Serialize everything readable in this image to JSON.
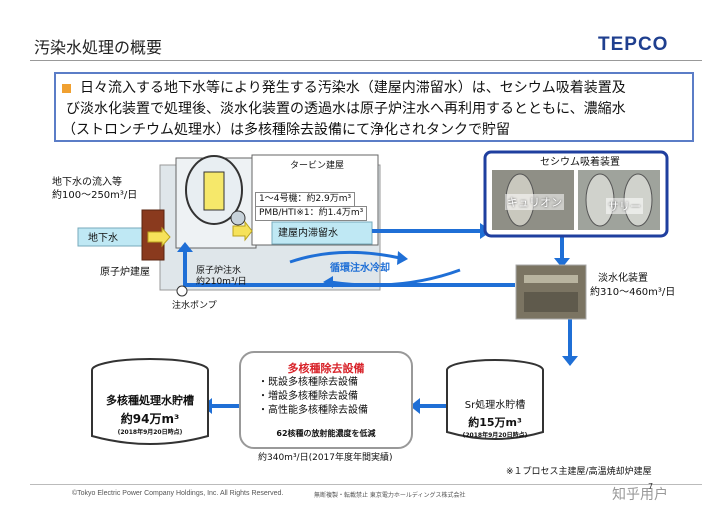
{
  "header": {
    "title": "汚染水処理の概要",
    "logo": "TEPCO"
  },
  "summary": {
    "line1": "日々流入する地下水等により発生する汚染水（建屋内滞留水）は、セシウム吸着装置及",
    "line2": "び淡水化装置で処理後、淡水化装置の透過水は原子炉注水へ再利用するとともに、濃縮水",
    "line3": "（ストロンチウム処理水）は多核種除去設備にて浄化されタンクで貯留"
  },
  "diagram": {
    "groundwater_inflow_label": "地下水の流入等",
    "groundwater_inflow_rate": "約100～250m³/日",
    "groundwater_label": "地下水",
    "reactor_building_label": "原子炉建屋",
    "turbine_building_label": "タービン建屋",
    "units_1_4": "1～4号機：約2.9万m³",
    "pmb_hti": "PMB/HTI※1：約1.4万m³",
    "stagnant_water_label": "建屋内滞留水",
    "reactor_injection_label": "原子炉注水",
    "reactor_injection_rate": "約210m³/日",
    "injection_pump_label": "注水ポンプ",
    "circulation_label": "循環注水冷却",
    "cesium_device_title": "セシウム吸着装置",
    "kurion_label": "キュリオン",
    "sarry_label": "サリー",
    "desalination_label": "淡水化装置",
    "desalination_rate": "約310～460m³/日",
    "alps_title": "多核種除去設備",
    "alps_items": [
      "・既設多核種除去設備",
      "・増設多核種除去設備",
      "・高性能多核種除去設備"
    ],
    "alps_note": "62核種の放射能濃度を低減",
    "alps_rate": "約340m³/日(2017年度年間実績)",
    "sr_tank_label": "Sr処理水貯槽",
    "sr_tank_volume": "約15万m³",
    "sr_tank_date": "(2018年9月20日時点)",
    "alps_tank_label": "多核種処理水貯槽",
    "alps_tank_volume": "約94万m³",
    "alps_tank_date": "(2018年9月20日時点)",
    "footnote": "※１プロセス主建屋/高温焼却炉建屋"
  },
  "footer": {
    "copyright": "©Tokyo Electric Power Company Holdings, Inc.  All Rights Reserved.",
    "notice": "無断複製・転載禁止  東京電力ホールディングス株式会社",
    "page_num": "7",
    "watermark": "知乎用户"
  },
  "colors": {
    "water_blue": "#1f6fd6",
    "frame_navy": "#1f3f9f",
    "accent_red": "#d8232a",
    "bullet_orange": "#f0a030"
  }
}
